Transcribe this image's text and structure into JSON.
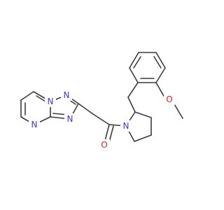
{
  "molecule": {
    "colors": {
      "bond": "#3c3c3c",
      "nitrogen": "#3a3ad6",
      "oxygen": "#d62020"
    },
    "atom_labels": {
      "n_bridge": "N",
      "n_triazole_top": "N",
      "n_triazole_bottom": "N",
      "n_pyrimidine": "N",
      "n_pyrrolidine": "N",
      "o_carbonyl": "O",
      "o_methoxy": "O"
    }
  }
}
